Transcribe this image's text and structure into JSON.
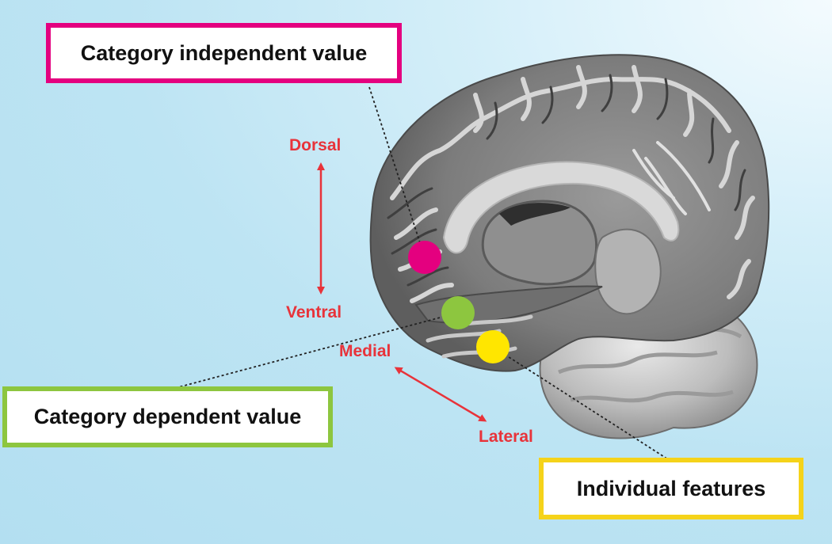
{
  "colors": {
    "magenta": "#e4007f",
    "green": "#8dc63f",
    "yellow": "#ffe600",
    "yellow_border": "#f5d31a",
    "direction_red": "#e8333a",
    "leader_line": "#222222"
  },
  "labels": {
    "category_independent": "Category independent value",
    "category_dependent": "Category dependent value",
    "individual_features": "Individual features"
  },
  "directions": {
    "dorsal": "Dorsal",
    "ventral": "Ventral",
    "medial": "Medial",
    "lateral": "Lateral"
  },
  "regions": [
    {
      "name": "category-independent-value-marker",
      "color": "#e4007f"
    },
    {
      "name": "category-dependent-value-marker",
      "color": "#8dc63f"
    },
    {
      "name": "individual-features-marker",
      "color": "#ffe600"
    }
  ]
}
